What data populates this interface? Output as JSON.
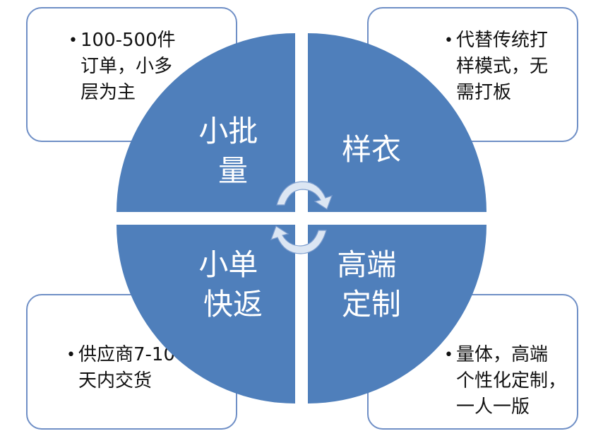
{
  "quadrants": [
    {
      "id": "top-left",
      "lines": [
        "小批",
        "量"
      ],
      "color": "#4f7fbb"
    },
    {
      "id": "top-right",
      "lines": [
        "样衣"
      ],
      "color": "#4f7fbb"
    },
    {
      "id": "bottom-left",
      "lines": [
        "小单",
        "快返"
      ],
      "color": "#4f7fbb"
    },
    {
      "id": "bottom-right",
      "lines": [
        "高端",
        "定制"
      ],
      "color": "#4f7fbb"
    }
  ],
  "callouts": {
    "top_left": "100-500件\n订单，小多\n层为主",
    "top_right": "代替传统打\n样模式，无\n需打板",
    "bottom_left": "供应商7-10\n天内交货",
    "bottom_right": "量体，高端\n个性化定制，\n一人一版"
  },
  "colors": {
    "quadrant": "#4f7fbb",
    "border": "#6f8fc6",
    "arrow": "#dce6f3"
  },
  "icons": {
    "center": "cycle-arrows-icon"
  }
}
